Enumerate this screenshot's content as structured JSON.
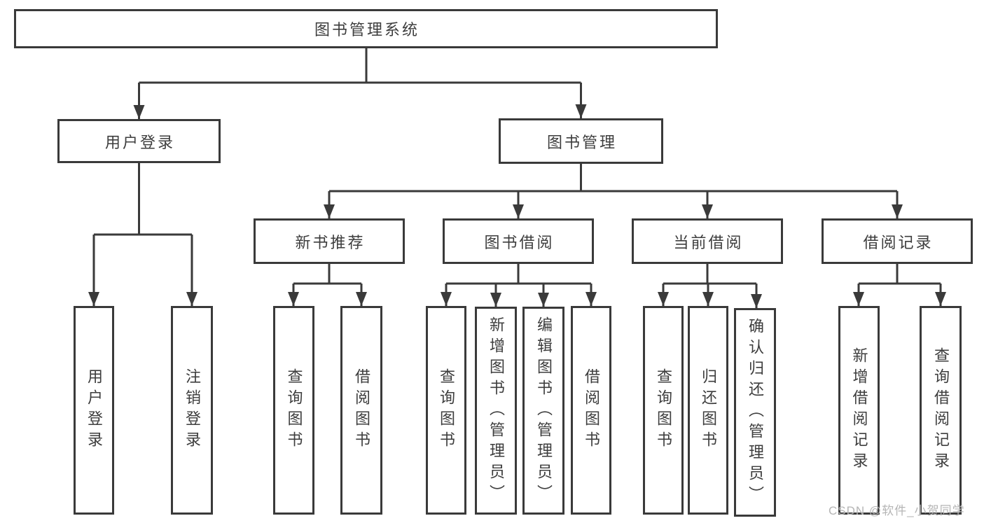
{
  "nodes": {
    "root": "图书管理系统",
    "level2": [
      "用户登录",
      "图书管理"
    ],
    "level3": [
      "新书推荐",
      "图书借阅",
      "当前借阅",
      "借阅记录"
    ],
    "leaves": {
      "user_login": [
        "用户登录",
        "注销登录"
      ],
      "new_book": [
        "查询图书",
        "借阅图书"
      ],
      "book_borrow": [
        "查询图书",
        "新增图书（管理员）",
        "编辑图书（管理员）",
        "借阅图书"
      ],
      "current_borrow": [
        "查询图书",
        "归还图书",
        "确认归还（管理员）"
      ],
      "borrow_record": [
        "新增借阅记录",
        "查询借阅记录"
      ]
    }
  },
  "watermark": "CSDN @软件_小贺同学",
  "colors": {
    "line": "#3a3a3a",
    "text": "#3d3d3d",
    "watermark": "#b5b5b5",
    "background": "#ffffff"
  }
}
